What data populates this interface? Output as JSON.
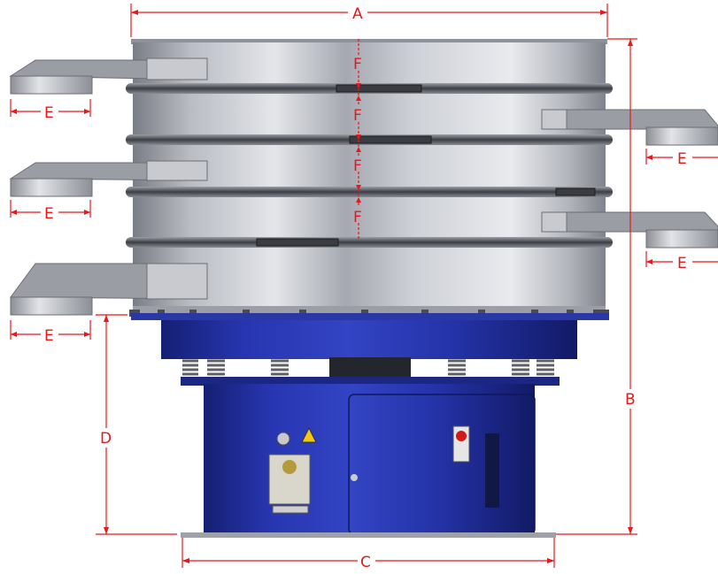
{
  "diagram": {
    "dimensions": {
      "A": "A",
      "B": "B",
      "C": "C",
      "D": "D",
      "E": "E",
      "F": "F"
    },
    "colors": {
      "dimension": "#e8171a",
      "steel_light": "#d6d8de",
      "steel_mid": "#a7aab2",
      "steel_dark": "#6f737c",
      "base_blue": "#1f2d99",
      "base_blue_dark": "#131c6b",
      "spring": "#7a7c80"
    }
  }
}
